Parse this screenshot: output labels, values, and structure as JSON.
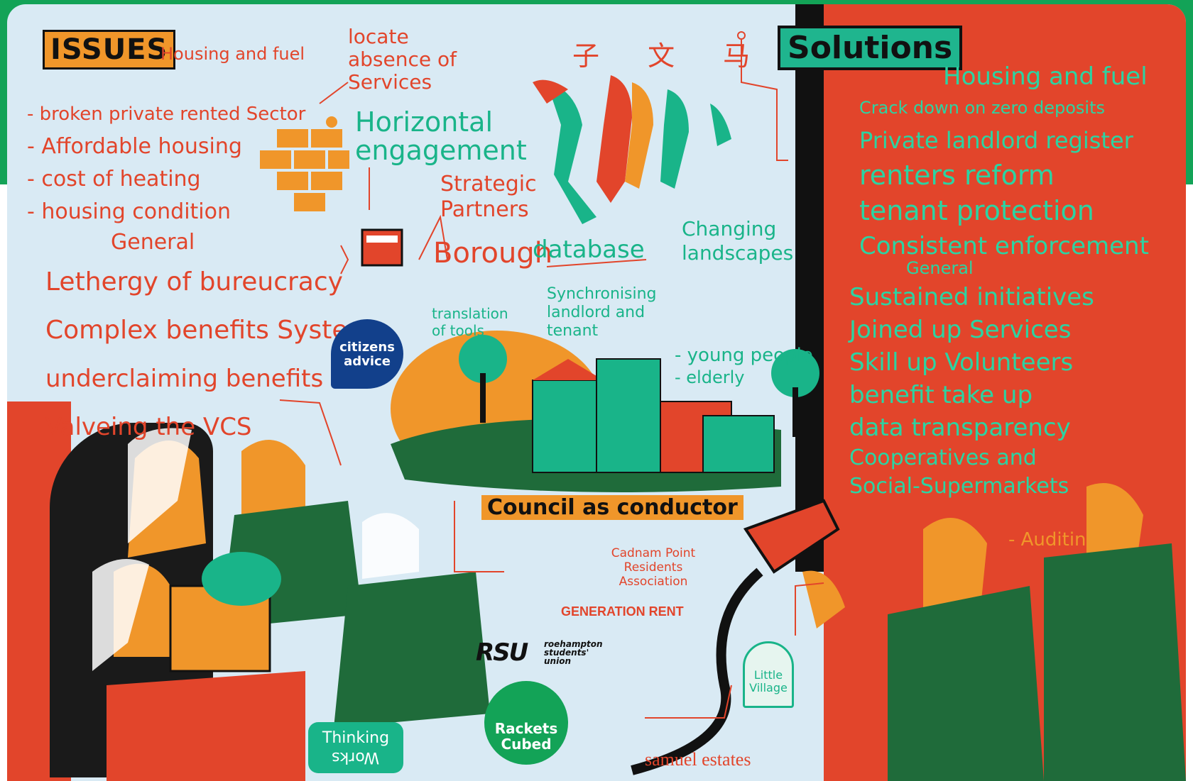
{
  "issues": {
    "tag": "ISSUES",
    "heading": "Housing and fuel",
    "items": [
      "- broken private rented Sector",
      "- Affordable housing",
      "- cost of heating",
      "- housing condition"
    ],
    "general_heading": "General",
    "general_items": [
      "Lethergy of bureucracy",
      "Complex benefits System",
      "underclaiming benefits",
      "Valveing the VCS"
    ]
  },
  "centre": {
    "locate": "locate absence of Services",
    "horizontal": "Horizontal engagement",
    "strategic": "Strategic Partners",
    "borough": "Borough",
    "database": "database",
    "changing": "Changing landscapes",
    "translation": "translation of tools",
    "synch": "Synchronising landlord and tenant",
    "young": "- young people",
    "elderly": "- elderly",
    "conductor": "Council as conductor",
    "cadnam": "Cadnam Point Residents Association",
    "glyphs": "子 文 马"
  },
  "solutions": {
    "tag": "Solutions",
    "heading": "Housing and fuel",
    "items": [
      "Crack down on zero deposits",
      "Private landlord register",
      "renters reform",
      "tenant protection",
      "Consistent enforcement"
    ],
    "general_heading": "General",
    "general_items": [
      "Sustained initiatives",
      "Joined up Services",
      "Skill up Volunteers",
      "benefit take up",
      "data transparency",
      "Cooperatives and",
      "Social-Supermarkets"
    ],
    "auditing": "- Auditing"
  },
  "logos": {
    "citizens_advice": "citizens advice",
    "generation_rent": "GENERATION RENT",
    "rsu": "RSU",
    "rsu_sub": "roehampton students' union",
    "thinking_top": "Thinking",
    "thinking_bottom": "Works",
    "rackets": "Rackets Cubed",
    "little_village": "Little Village",
    "samuel": "samuel estates"
  },
  "colors": {
    "frame_green": "#13a357",
    "canvas_blue": "#d9eaf4",
    "accent_red": "#e2452b",
    "accent_orange": "#f0962a",
    "accent_teal": "#1fb58e",
    "ink": "#111111"
  }
}
